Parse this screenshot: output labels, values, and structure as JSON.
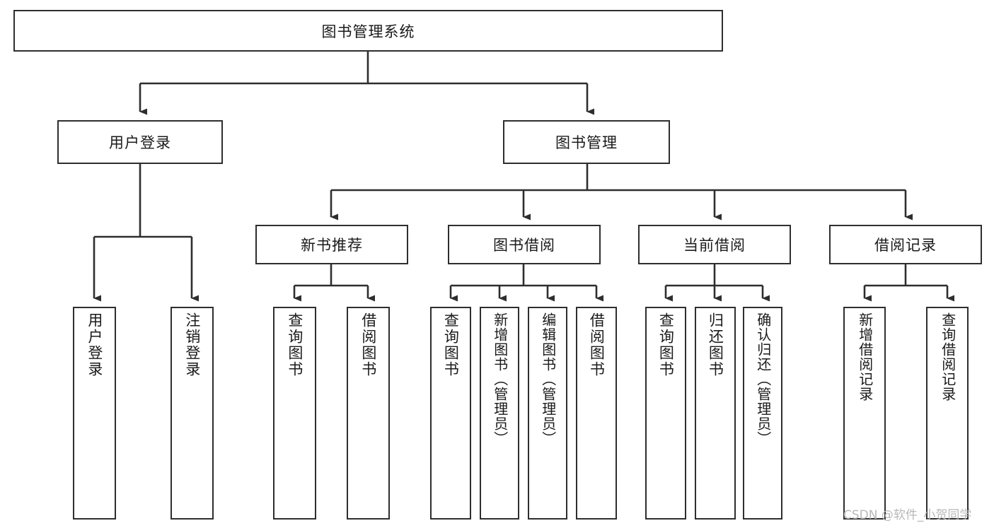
{
  "diagram": {
    "title_node": {
      "label": "图书管理系统"
    },
    "level2": [
      {
        "id": "user-login",
        "label": "用户登录"
      },
      {
        "id": "book-manage",
        "label": "图书管理"
      }
    ],
    "level3": [
      {
        "id": "new-book-recommend",
        "label": "新书推荐"
      },
      {
        "id": "book-borrow",
        "label": "图书借阅"
      },
      {
        "id": "current-borrow",
        "label": "当前借阅"
      },
      {
        "id": "borrow-record",
        "label": "借阅记录"
      }
    ],
    "leaves": [
      {
        "id": "leaf-user-login",
        "label": "用户登录",
        "parent": "user-login"
      },
      {
        "id": "leaf-logout-login",
        "label": "注销登录",
        "parent": "user-login"
      },
      {
        "id": "leaf-query-book-1",
        "label": "查询图书",
        "parent": "new-book-recommend"
      },
      {
        "id": "leaf-borrow-book-1",
        "label": "借阅图书",
        "parent": "new-book-recommend"
      },
      {
        "id": "leaf-query-book-2",
        "label": "查询图书",
        "parent": "book-borrow"
      },
      {
        "id": "leaf-add-book",
        "label": "新增图书（管理员）",
        "parent": "book-borrow"
      },
      {
        "id": "leaf-edit-book",
        "label": "编辑图书（管理员）",
        "parent": "book-borrow"
      },
      {
        "id": "leaf-borrow-book-2",
        "label": "借阅图书",
        "parent": "book-borrow"
      },
      {
        "id": "leaf-query-book-3",
        "label": "查询图书",
        "parent": "current-borrow"
      },
      {
        "id": "leaf-return-book",
        "label": "归还图书",
        "parent": "current-borrow"
      },
      {
        "id": "leaf-confirm-return",
        "label": "确认归还（管理员）",
        "parent": "current-borrow"
      },
      {
        "id": "leaf-add-record",
        "label": "新增借阅记录",
        "parent": "borrow-record"
      },
      {
        "id": "leaf-query-record",
        "label": "查询借阅记录",
        "parent": "borrow-record"
      }
    ]
  },
  "watermark": {
    "text": "CSDN @软件_小贺同学"
  },
  "colors": {
    "stroke": "#2e2e2e",
    "background": "#ffffff",
    "text": "#1a1a1a",
    "watermark": "#b8b8b8"
  }
}
